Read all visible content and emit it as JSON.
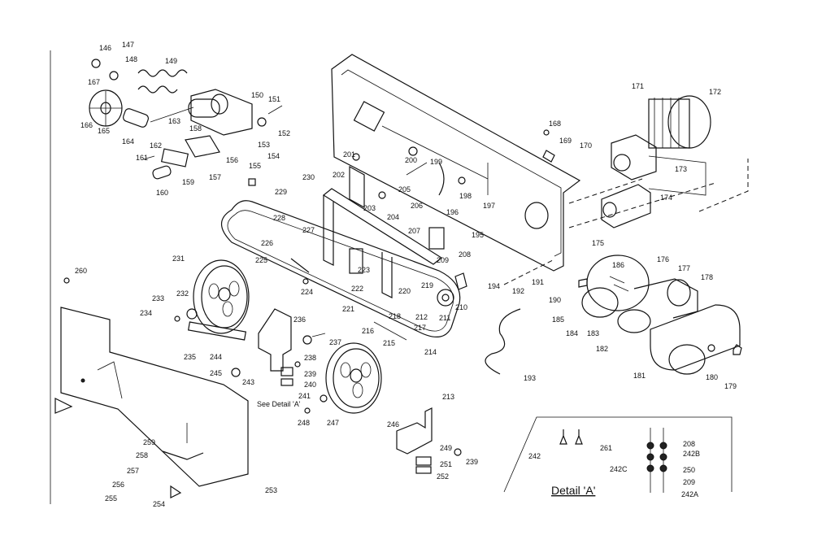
{
  "detail_title": "Detail  'A'",
  "see_detail_note": "See Detail 'A'",
  "labels": [
    "146",
    "147",
    "148",
    "149",
    "150",
    "151",
    "152",
    "153",
    "154",
    "155",
    "156",
    "157",
    "158",
    "159",
    "160",
    "161",
    "162",
    "163",
    "164",
    "165",
    "166",
    "167",
    "168",
    "169",
    "170",
    "171",
    "172",
    "173",
    "174",
    "175",
    "176",
    "177",
    "178",
    "179",
    "180",
    "181",
    "182",
    "183",
    "184",
    "185",
    "186",
    "190",
    "191",
    "192",
    "193",
    "194",
    "195",
    "196",
    "197",
    "198",
    "199",
    "200",
    "201",
    "202",
    "203",
    "204",
    "205",
    "206",
    "207",
    "208",
    "209",
    "210",
    "211",
    "212",
    "213",
    "214",
    "215",
    "216",
    "217",
    "218",
    "219",
    "220",
    "221",
    "222",
    "223",
    "224",
    "225",
    "226",
    "227",
    "228",
    "229",
    "230",
    "231",
    "232",
    "233",
    "234",
    "235",
    "236",
    "237",
    "238",
    "239",
    "240",
    "241",
    "243",
    "244",
    "245",
    "246",
    "247",
    "248",
    "249",
    "239",
    "251",
    "252",
    "253",
    "254",
    "255",
    "256",
    "257",
    "258",
    "259",
    "260",
    "242",
    "261",
    "208",
    "242B",
    "242C",
    "250",
    "209",
    "242A"
  ]
}
